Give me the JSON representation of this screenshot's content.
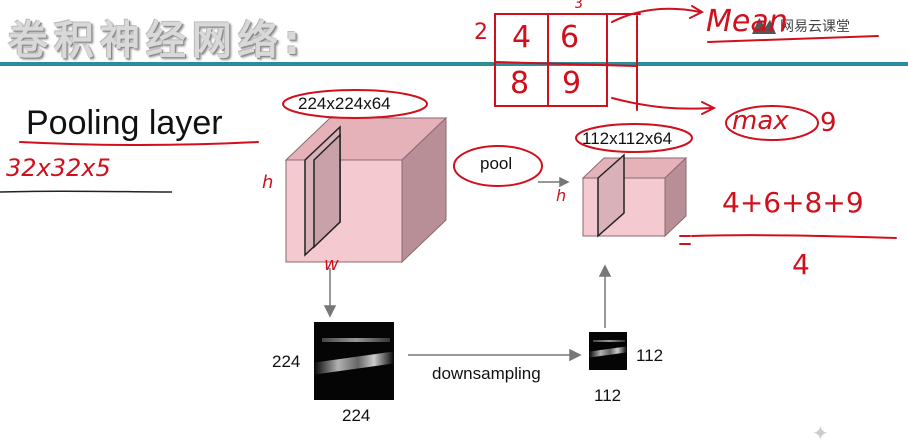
{
  "slide": {
    "title": "卷积神经网络:",
    "brand": "网易云课堂",
    "heading": "Pooling layer"
  },
  "diagram": {
    "input_volume_label": "224x224x64",
    "output_volume_label": "112x112x64",
    "pool_label": "pool",
    "downsampling_label": "downsampling",
    "input_size_left": "224",
    "input_size_bottom": "224",
    "output_size_right": "112",
    "output_size_bottom": "112"
  },
  "annotations": {
    "grid_values": [
      "4",
      "6",
      "8",
      "9"
    ],
    "grid_top_number": "3",
    "grid_left_number": "2",
    "mean_note": "Mean",
    "max_note": "max",
    "max_value": "9",
    "sum_numerator": "4+6+8+9",
    "sum_denominator": "4",
    "size_note": "32x32x5",
    "h_mark_left": "h",
    "w_mark": "w",
    "h_mark_right": "h"
  },
  "colors": {
    "accent_rule": "#2a8c9c",
    "handwriting": "#d0101c",
    "cube_front": "#f4c9cf",
    "cube_side": "#b98f97",
    "cube_top": "#e6b2ba"
  }
}
